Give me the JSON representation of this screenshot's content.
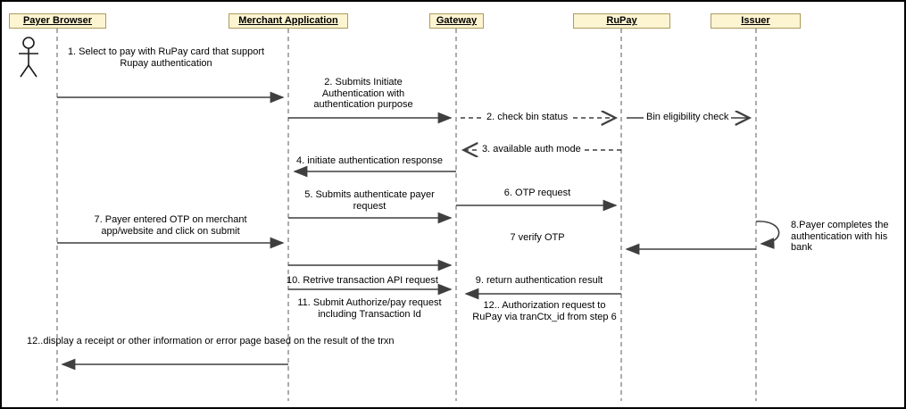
{
  "diagram_type": "sequence",
  "participants": [
    {
      "label": "Payer Browser"
    },
    {
      "label": "Merchant Application"
    },
    {
      "label": "Gateway"
    },
    {
      "label": "RuPay"
    },
    {
      "label": "Issuer"
    }
  ],
  "messages": [
    {
      "label": "1. Select to pay with RuPay card that support Rupay authentication",
      "from": "Payer Browser",
      "to": "Merchant Application",
      "line": "solid"
    },
    {
      "label": "2. Submits Initiate Authentication with authentication purpose",
      "from": "Merchant Application",
      "to": "Gateway",
      "line": "solid"
    },
    {
      "label": "2. check bin status",
      "from": "Gateway",
      "to": "RuPay",
      "line": "dashed"
    },
    {
      "label": "Bin eligibility check",
      "from": "RuPay",
      "to": "Issuer",
      "line": "solid"
    },
    {
      "label": "3. available auth mode",
      "from": "RuPay",
      "to": "Gateway",
      "line": "dashed"
    },
    {
      "label": "4. initiate authentication response",
      "from": "Gateway",
      "to": "Merchant Application",
      "line": "solid"
    },
    {
      "label": "6. OTP request",
      "from": "Gateway",
      "to": "RuPay",
      "line": "solid"
    },
    {
      "label": "5. Submits authenticate payer request",
      "from": "Merchant Application",
      "to": "Gateway",
      "line": "solid"
    },
    {
      "label": "7. Payer entered OTP on merchant app/website and click on submit",
      "from": "Payer Browser",
      "to": "Merchant Application",
      "line": "solid"
    },
    {
      "label": "7 verify OTP",
      "from": "Issuer",
      "to": "RuPay",
      "line": "solid"
    },
    {
      "label": "8.Payer completes the authentication with his bank",
      "from": "Issuer",
      "to": "Issuer",
      "line": "solid"
    },
    {
      "label": "",
      "from": "Merchant Application",
      "to": "Gateway",
      "line": "solid"
    },
    {
      "label": "10. Retrive transaction API request",
      "from": "Merchant Application",
      "to": "Gateway",
      "line": "solid"
    },
    {
      "label": "9. return authentication result",
      "from": "RuPay",
      "to": "Gateway",
      "line": "solid"
    },
    {
      "label": "11. Submit Authorize/pay request including Transaction Id",
      "from": "Merchant Application",
      "to": "Gateway",
      "line": "solid"
    },
    {
      "label": "12.. Authorization request to RuPay via tranCtx_id from step 6",
      "from": "Gateway",
      "to": "RuPay",
      "line": "solid"
    },
    {
      "label": "12..display a receipt or other information or error page based on the result of the trxn",
      "from": "Merchant Application",
      "to": "Payer Browser",
      "line": "solid"
    }
  ],
  "colors": {
    "participant_bg": "#fdf4d1",
    "participant_border": "#ab9b5c",
    "arrow": "#3f3f3f",
    "lifeline": "#5a5a5a",
    "page_border": "#000000",
    "bg": "#ffffff"
  }
}
